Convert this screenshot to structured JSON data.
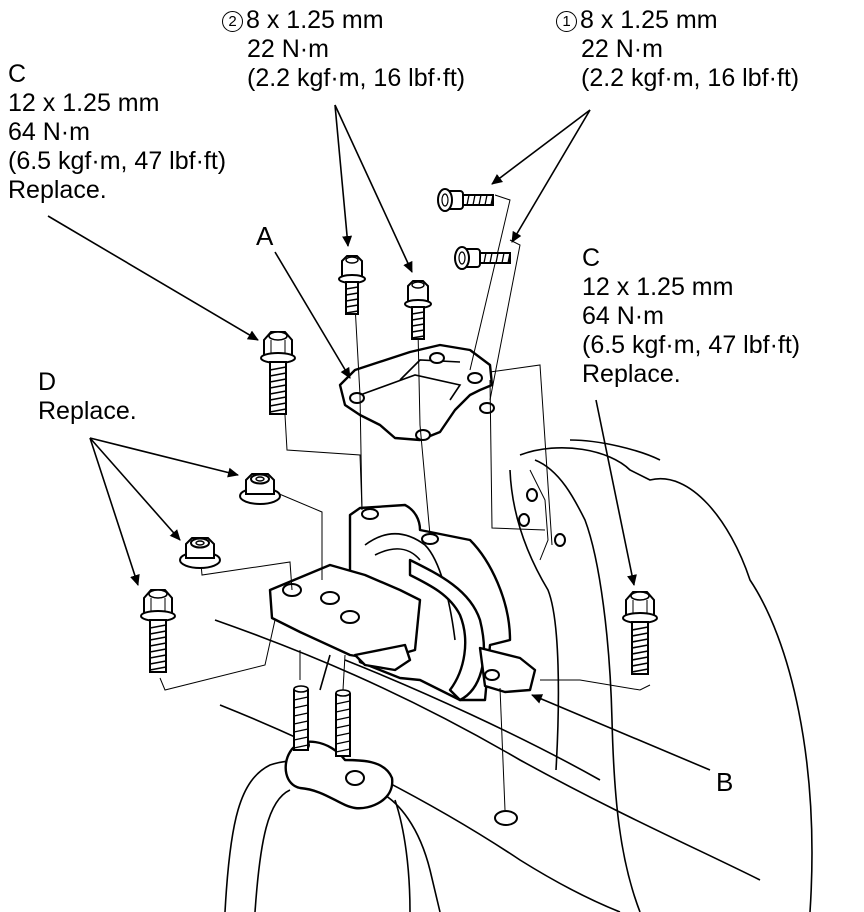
{
  "labels": {
    "callout_2": {
      "num": "2",
      "lines": [
        "8 x 1.25 mm",
        "22 N·m",
        "(2.2 kgf·m, 16 lbf·ft)"
      ]
    },
    "callout_1": {
      "num": "1",
      "lines": [
        "8 x 1.25 mm",
        "22 N·m",
        "(2.2 kgf·m, 16 lbf·ft)"
      ]
    },
    "callout_c_left": {
      "lines": [
        "C",
        "12 x 1.25 mm",
        "64 N·m",
        "(6.5 kgf·m, 47 lbf·ft)",
        "Replace."
      ]
    },
    "callout_c_right": {
      "lines": [
        "C",
        "12 x 1.25 mm",
        "64 N·m",
        "(6.5 kgf·m, 47 lbf·ft)",
        "Replace."
      ]
    },
    "callout_d": {
      "lines": [
        "D",
        "Replace."
      ]
    },
    "part_a": "A",
    "part_b": "B"
  }
}
